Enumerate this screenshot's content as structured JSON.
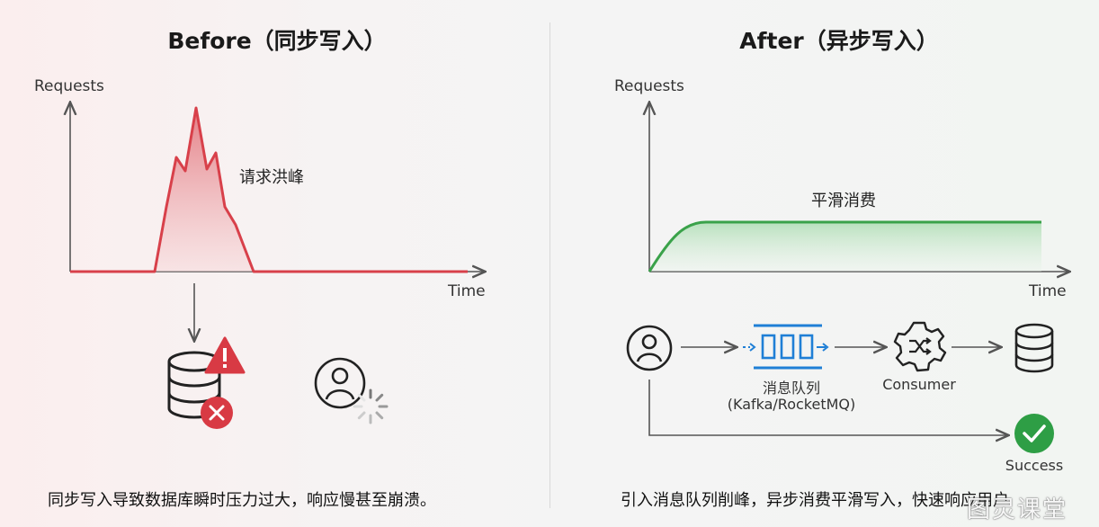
{
  "before": {
    "title": "Before（同步写入）",
    "y_axis_label": "Requests",
    "x_axis_label": "Time",
    "peak_label": "请求洪峰",
    "caption": "同步写入导致数据库瞬时压力过大，响应慢甚至崩溃。"
  },
  "after": {
    "title": "After（异步写入）",
    "y_axis_label": "Requests",
    "x_axis_label": "Time",
    "flow_label": "平滑消费",
    "queue_label": "消息队列",
    "queue_sublabel": "(Kafka/RocketMQ)",
    "consumer_label": "Consumer",
    "success_label": "Success",
    "caption": "引入消息队列削峰，异步消费平滑写入，快速响应用户"
  },
  "watermark": "图灵课堂",
  "colors": {
    "spike": "#d8404a",
    "smooth": "#3aa24a",
    "success": "#2e9e45",
    "error": "#d83a44",
    "queue": "#1f7fd6"
  },
  "icons": {
    "db_error": "database-error-icon",
    "warning": "warning-icon",
    "user_loading": "user-loading-icon",
    "user": "user-icon",
    "queue": "message-queue-icon",
    "consumer": "consumer-gear-icon",
    "database": "database-icon",
    "success": "success-check-icon"
  }
}
